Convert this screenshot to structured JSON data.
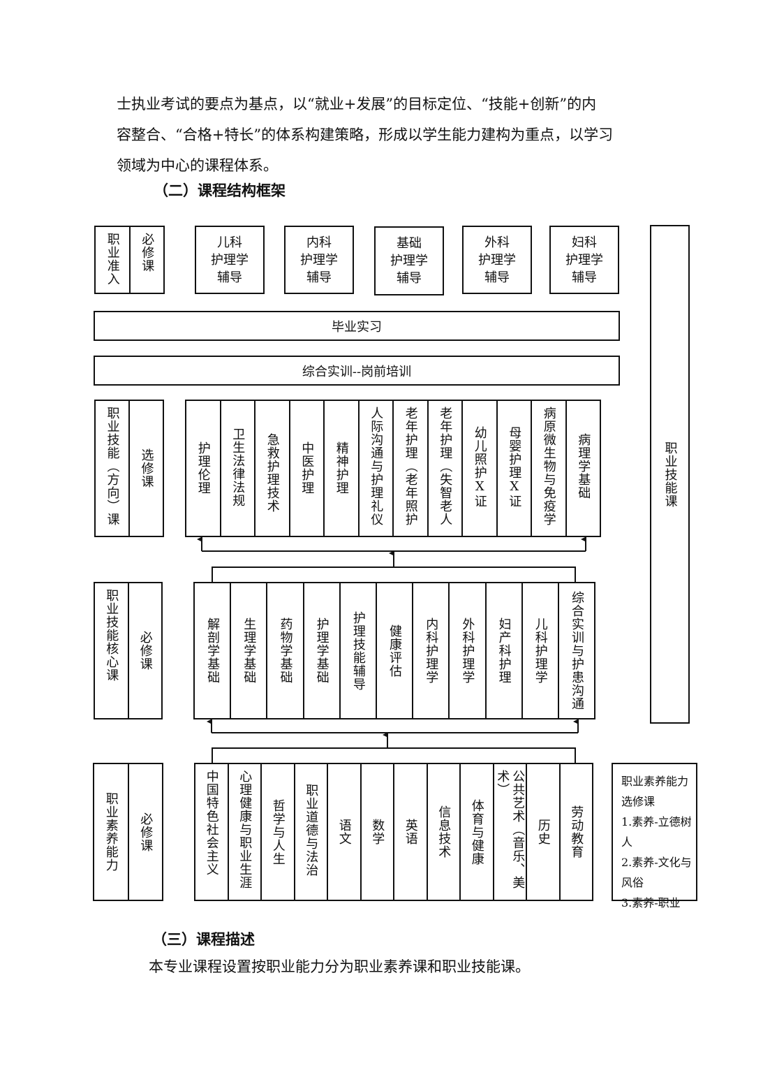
{
  "intro_lines": [
    "士执业考试的要点为基点，以“就业+发展”的目标定位、“技能+创新”的内",
    "容整合、“合格+特长”的体系构建策略，形成以学生能力建构为重点，以学习",
    "领域为中心的课程体系。"
  ],
  "heading_structure": "（二）课程结构框架",
  "diagram": {
    "row_entry": {
      "label_left": "职业准入",
      "label_right": "必修课",
      "items": [
        "儿科\n护理学\n辅导",
        "内科\n护理学\n辅导",
        "基础\n护理学\n辅导",
        "外科\n护理学\n辅导",
        "妇科\n护理学\n辅导"
      ]
    },
    "internship": "毕业实习",
    "training": "综合实训--岗前培训",
    "right_column": "职业技能课",
    "row_direction": {
      "label_left": "职业技能（方向）课",
      "label_right": "选修课",
      "items": [
        "护理伦理",
        "卫生法律法规",
        "急救护理技术",
        "中医护理",
        "精神护理",
        "人际沟通与护理礼仪",
        "老年护理（老年照护",
        "老年护理（失智老人",
        "幼儿照护X证",
        "母婴护理X证",
        "病原微生物与免疫学",
        "病理学基础"
      ]
    },
    "row_core": {
      "label_left": "职业技能核心课",
      "label_right": "必修课",
      "items": [
        "解剖学基础",
        "生理学基础",
        "药物学基础",
        "护理学基础",
        "护理技能辅导",
        "健康评估",
        "内科护理学",
        "外科护理学",
        "妇产科护理",
        "儿科护理学",
        "综合实训与护患沟通"
      ]
    },
    "row_literacy": {
      "label_left": "职业素养能力",
      "label_right": "必修课",
      "items": [
        "中国特色社会主义",
        "心理健康与职业生涯",
        "哲学与人生",
        "职业道德与法治",
        "语文",
        "数学",
        "英语",
        "信息技术",
        "体育与健康",
        "公共艺术（音乐、美术）",
        "历史",
        "劳动教育"
      ]
    },
    "elective_box": [
      "职业素养能力选修课",
      "1.素养-立德树人",
      "2.素养-文化与风俗",
      "3.素养-职业"
    ]
  },
  "heading_description": "（三）课程描述",
  "description_line": "本专业课程设置按职业能力分为职业素养课和职业技能课。"
}
